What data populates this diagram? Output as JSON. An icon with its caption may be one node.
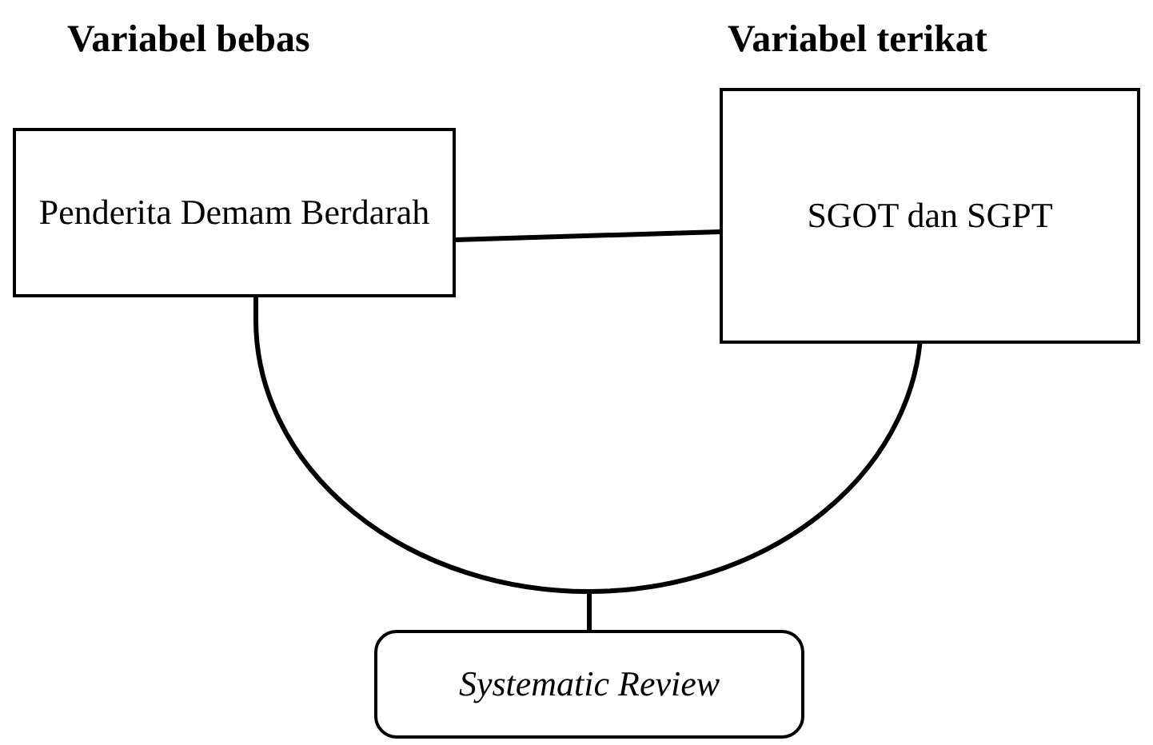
{
  "diagram": {
    "nodes": [
      {
        "text": [
          "Penderita Demam Berdarah"
        ]
      },
      {
        "text": [
          "SGOT dan SGPT"
        ]
      },
      {
        "text": [
          "Systematic Review"
        ]
      }
    ],
    "edges": [
      {
        "from": 0,
        "to": 1,
        "arrow": "none"
      },
      {
        "from": 0,
        "to": 2,
        "arrow": "none"
      },
      {
        "from": 1,
        "to": 2,
        "arrow": "none"
      }
    ],
    "labels": [
      "Variabel bebas",
      "Variabel terikat"
    ]
  }
}
